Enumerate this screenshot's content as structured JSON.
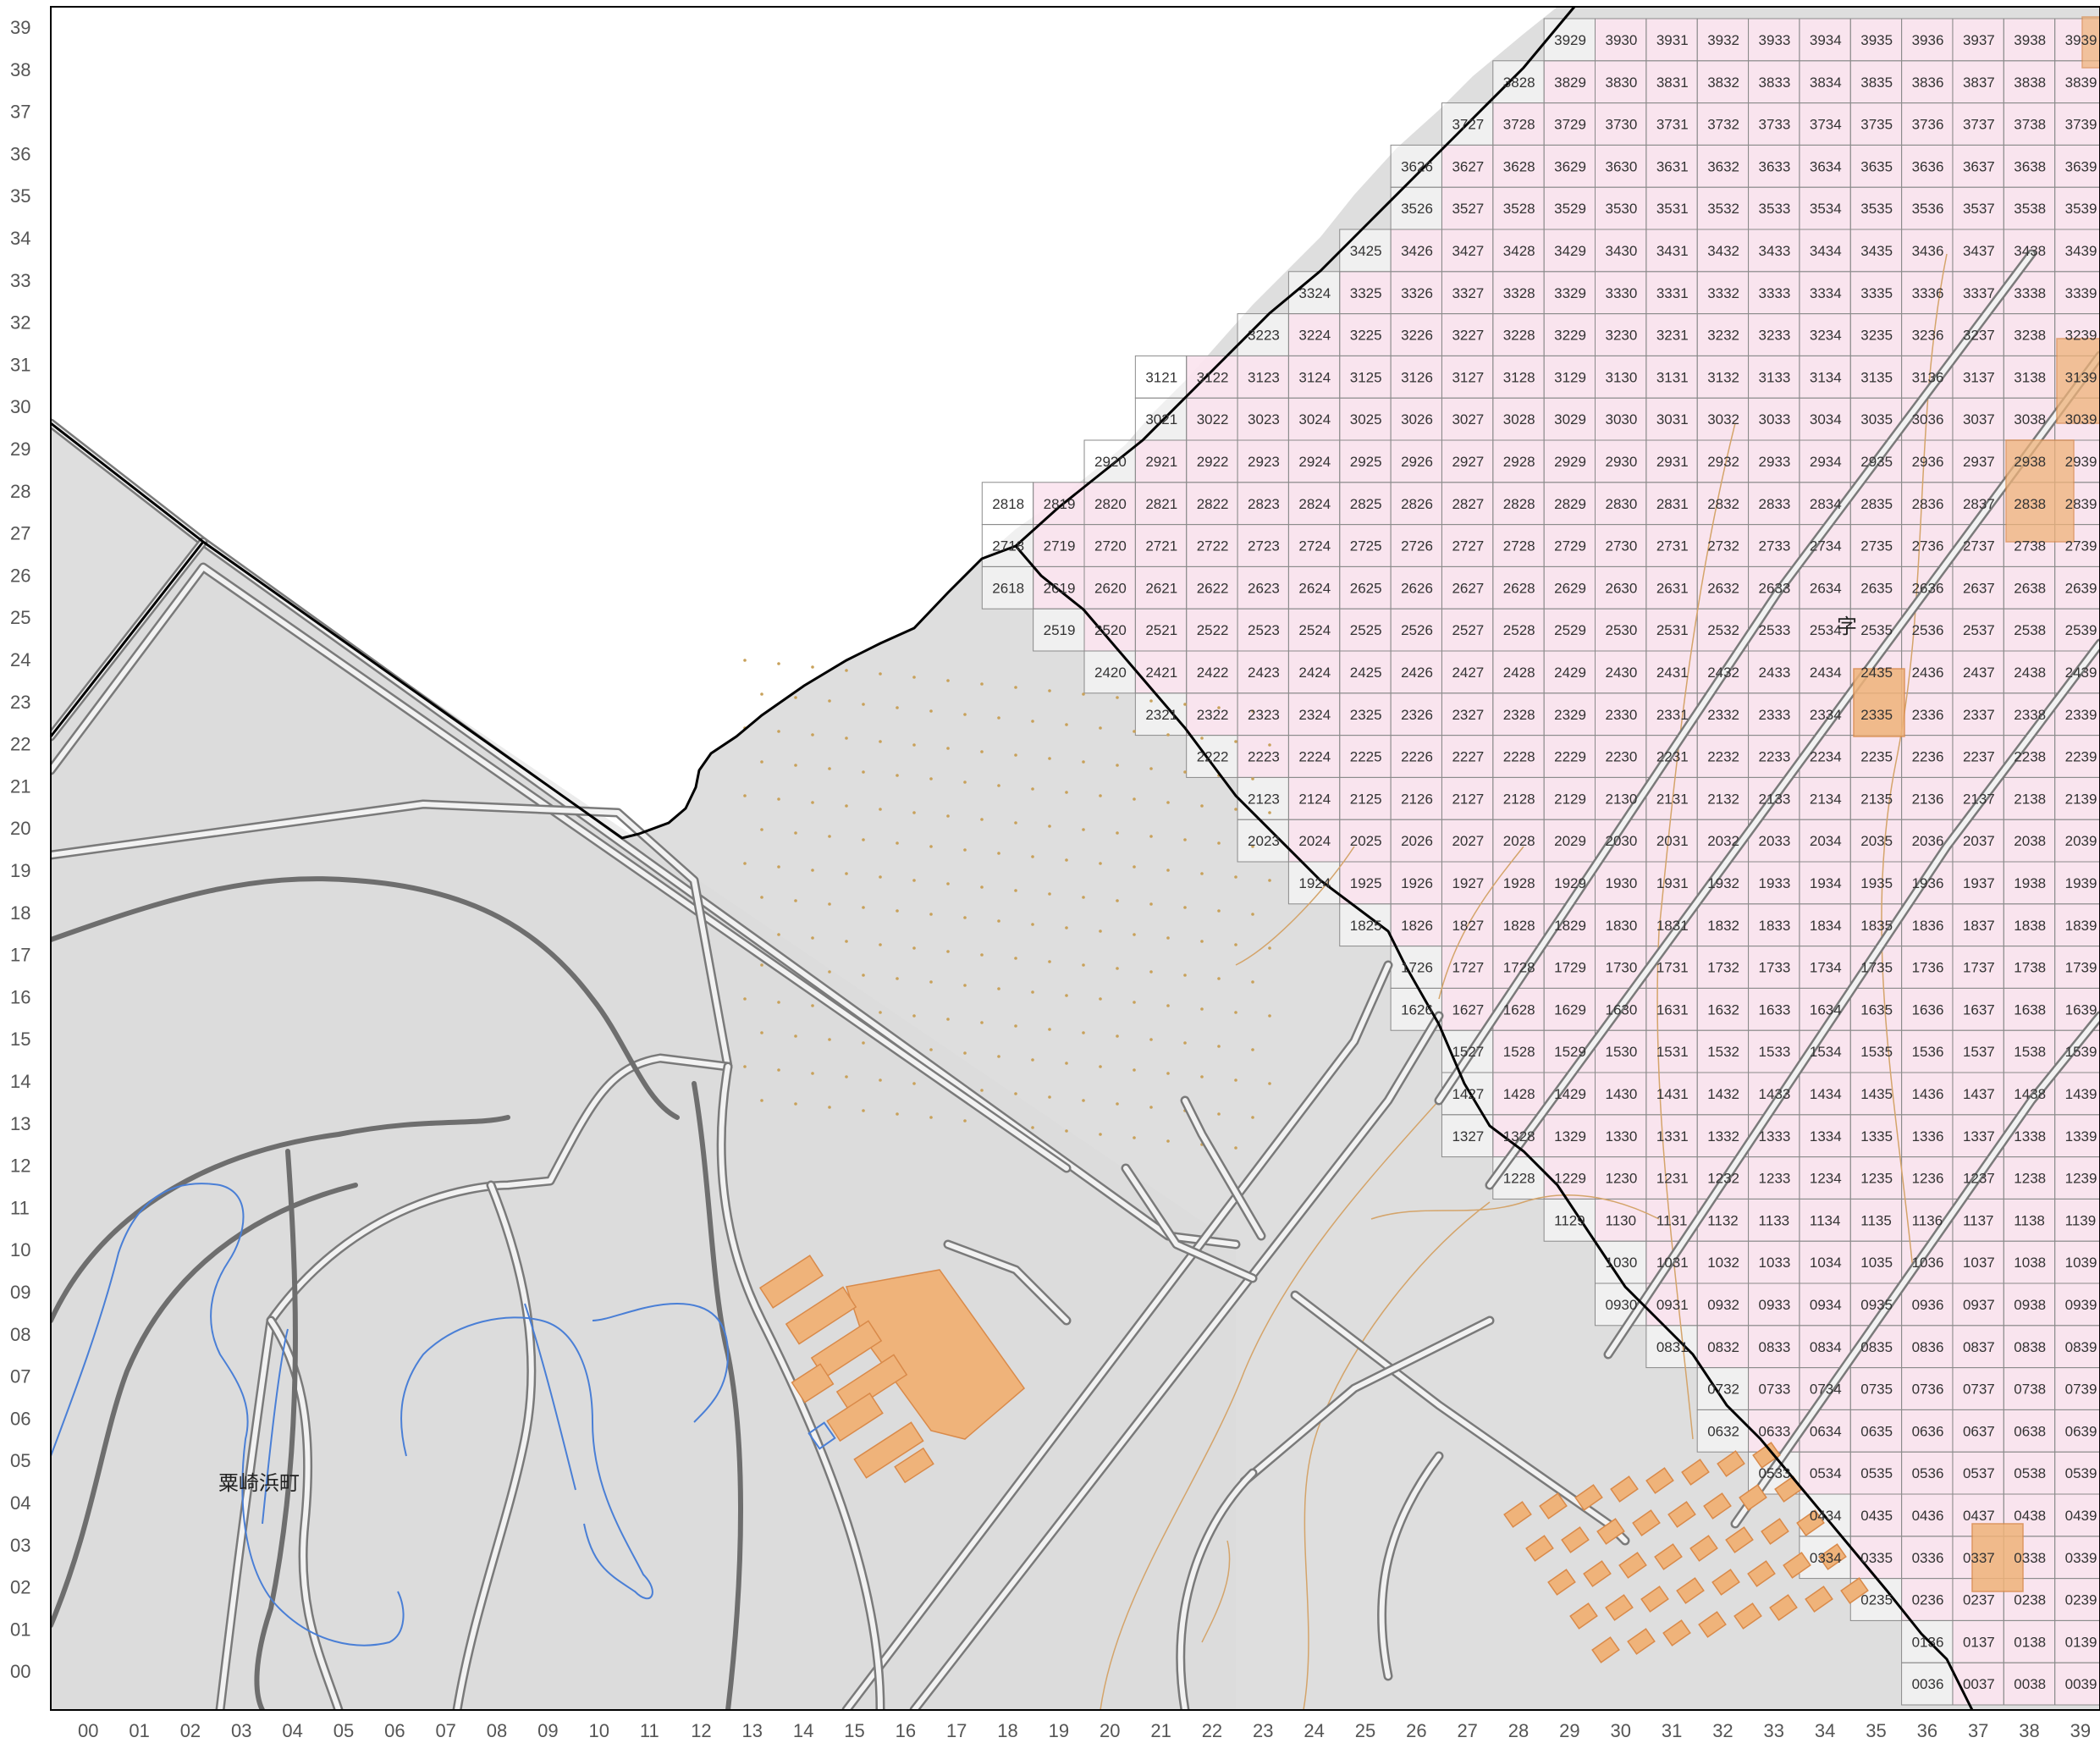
{
  "map": {
    "place_label": "粟崎浜町",
    "place_label_2": "字 ",
    "x_axis_labels": [
      "00",
      "01",
      "02",
      "03",
      "04",
      "05",
      "06",
      "07",
      "08",
      "09",
      "10",
      "11",
      "12",
      "13",
      "14",
      "15",
      "16",
      "17",
      "18",
      "19",
      "20",
      "21",
      "22",
      "23",
      "24",
      "25",
      "26",
      "27",
      "28",
      "29",
      "30",
      "31",
      "32",
      "33",
      "34",
      "35",
      "36",
      "37",
      "38",
      "39"
    ],
    "y_axis_labels": [
      "39",
      "38",
      "37",
      "36",
      "35",
      "34",
      "33",
      "32",
      "31",
      "30",
      "29",
      "28",
      "27",
      "26",
      "25",
      "24",
      "23",
      "22",
      "21",
      "20",
      "19",
      "18",
      "17",
      "16",
      "15",
      "14",
      "13",
      "12",
      "11",
      "10",
      "09",
      "08",
      "07",
      "06",
      "05",
      "04",
      "03",
      "02",
      "01",
      "00"
    ],
    "colors": {
      "land": "#dedede",
      "pink_zone": "#fbe4ef",
      "grid": "#8a8a8a",
      "boundary": "#000000",
      "building": "#efb37a",
      "water": "#4a7fd6"
    },
    "rows": [
      {
        "row": "39",
        "from": 29,
        "to": 39
      },
      {
        "row": "38",
        "from": 28,
        "to": 39
      },
      {
        "row": "37",
        "from": 27,
        "to": 39
      },
      {
        "row": "36",
        "from": 26,
        "to": 39
      },
      {
        "row": "35",
        "from": 26,
        "to": 39
      },
      {
        "row": "34",
        "from": 25,
        "to": 39
      },
      {
        "row": "33",
        "from": 24,
        "to": 39
      },
      {
        "row": "32",
        "from": 23,
        "to": 39
      },
      {
        "row": "31",
        "from": 21,
        "to": 39
      },
      {
        "row": "30",
        "from": 21,
        "to": 39
      },
      {
        "row": "29",
        "from": 20,
        "to": 39
      },
      {
        "row": "28",
        "from": 18,
        "to": 39
      },
      {
        "row": "27",
        "from": 18,
        "to": 39
      },
      {
        "row": "26",
        "from": 18,
        "to": 39
      },
      {
        "row": "25",
        "from": 19,
        "to": 39
      },
      {
        "row": "24",
        "from": 20,
        "to": 39
      },
      {
        "row": "23",
        "from": 21,
        "to": 39
      },
      {
        "row": "22",
        "from": 22,
        "to": 39
      },
      {
        "row": "21",
        "from": 23,
        "to": 39
      },
      {
        "row": "20",
        "from": 23,
        "to": 39
      },
      {
        "row": "19",
        "from": 24,
        "to": 39
      },
      {
        "row": "18",
        "from": 25,
        "to": 39
      },
      {
        "row": "17",
        "from": 26,
        "to": 39
      },
      {
        "row": "16",
        "from": 26,
        "to": 39
      },
      {
        "row": "15",
        "from": 27,
        "to": 39
      },
      {
        "row": "14",
        "from": 27,
        "to": 39
      },
      {
        "row": "13",
        "from": 27,
        "to": 39
      },
      {
        "row": "12",
        "from": 28,
        "to": 39
      },
      {
        "row": "11",
        "from": 29,
        "to": 39
      },
      {
        "row": "10",
        "from": 30,
        "to": 39
      },
      {
        "row": "09",
        "from": 30,
        "to": 39
      },
      {
        "row": "08",
        "from": 31,
        "to": 39
      },
      {
        "row": "07",
        "from": 32,
        "to": 39
      },
      {
        "row": "06",
        "from": 32,
        "to": 39
      },
      {
        "row": "05",
        "from": 33,
        "to": 39
      },
      {
        "row": "04",
        "from": 34,
        "to": 39
      },
      {
        "row": "03",
        "from": 34,
        "to": 39
      },
      {
        "row": "02",
        "from": 35,
        "to": 39
      },
      {
        "row": "01",
        "from": 36,
        "to": 39
      },
      {
        "row": "00",
        "from": 36,
        "to": 39
      }
    ]
  }
}
